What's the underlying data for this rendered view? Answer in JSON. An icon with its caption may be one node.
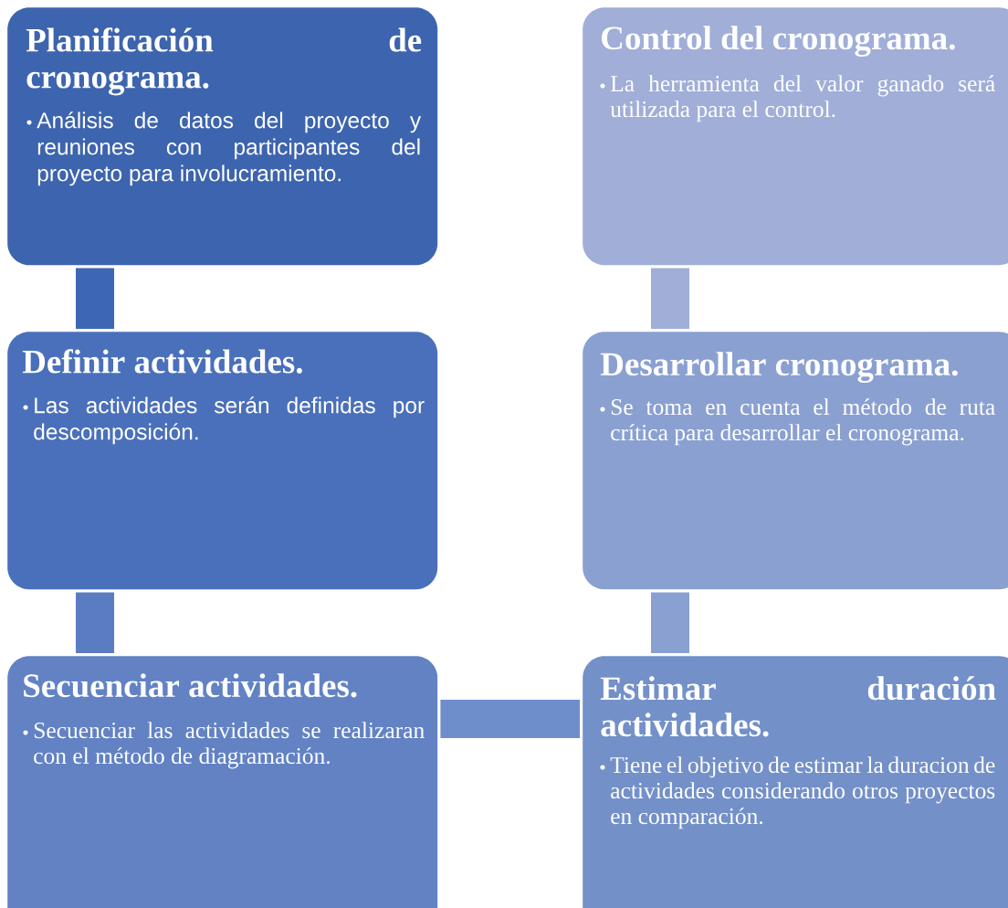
{
  "diagram": {
    "nodes": [
      {
        "text": [
          "Planificación de cronograma.",
          "Análisis de datos del proyecto y reuniones con participantes del proyecto para involucramiento."
        ]
      },
      {
        "text": [
          "Definir actividades.",
          "Las actividades serán definidas por descomposición."
        ]
      },
      {
        "text": [
          "Secuenciar actividades.",
          "Secuenciar las actividades se realizaran con el método de diagramación."
        ]
      },
      {
        "text": [
          "Estimar duración actividades.",
          "Tiene el objetivo de estimar la duracion de actividades considerando otros proyectos en comparación."
        ]
      },
      {
        "text": [
          "Desarrollar cronograma.",
          "Se toma en cuenta el método de ruta crítica para desarrollar el cronograma."
        ]
      },
      {
        "text": [
          "Control del cronograma.",
          "La herramienta del valor ganado será utilizada para el control."
        ]
      }
    ],
    "edges": [
      {
        "from": 0,
        "to": 1,
        "arrow": "none",
        "color": "#3d67b5"
      },
      {
        "from": 1,
        "to": 2,
        "arrow": "none",
        "color": "#5a7cc2"
      },
      {
        "from": 2,
        "to": 3,
        "arrow": "none",
        "color": "#6e8dcb"
      },
      {
        "from": 3,
        "to": 4,
        "arrow": "none",
        "color": "#8aa0d1"
      },
      {
        "from": 4,
        "to": 5,
        "arrow": "none",
        "color": "#a0aed8"
      }
    ]
  }
}
